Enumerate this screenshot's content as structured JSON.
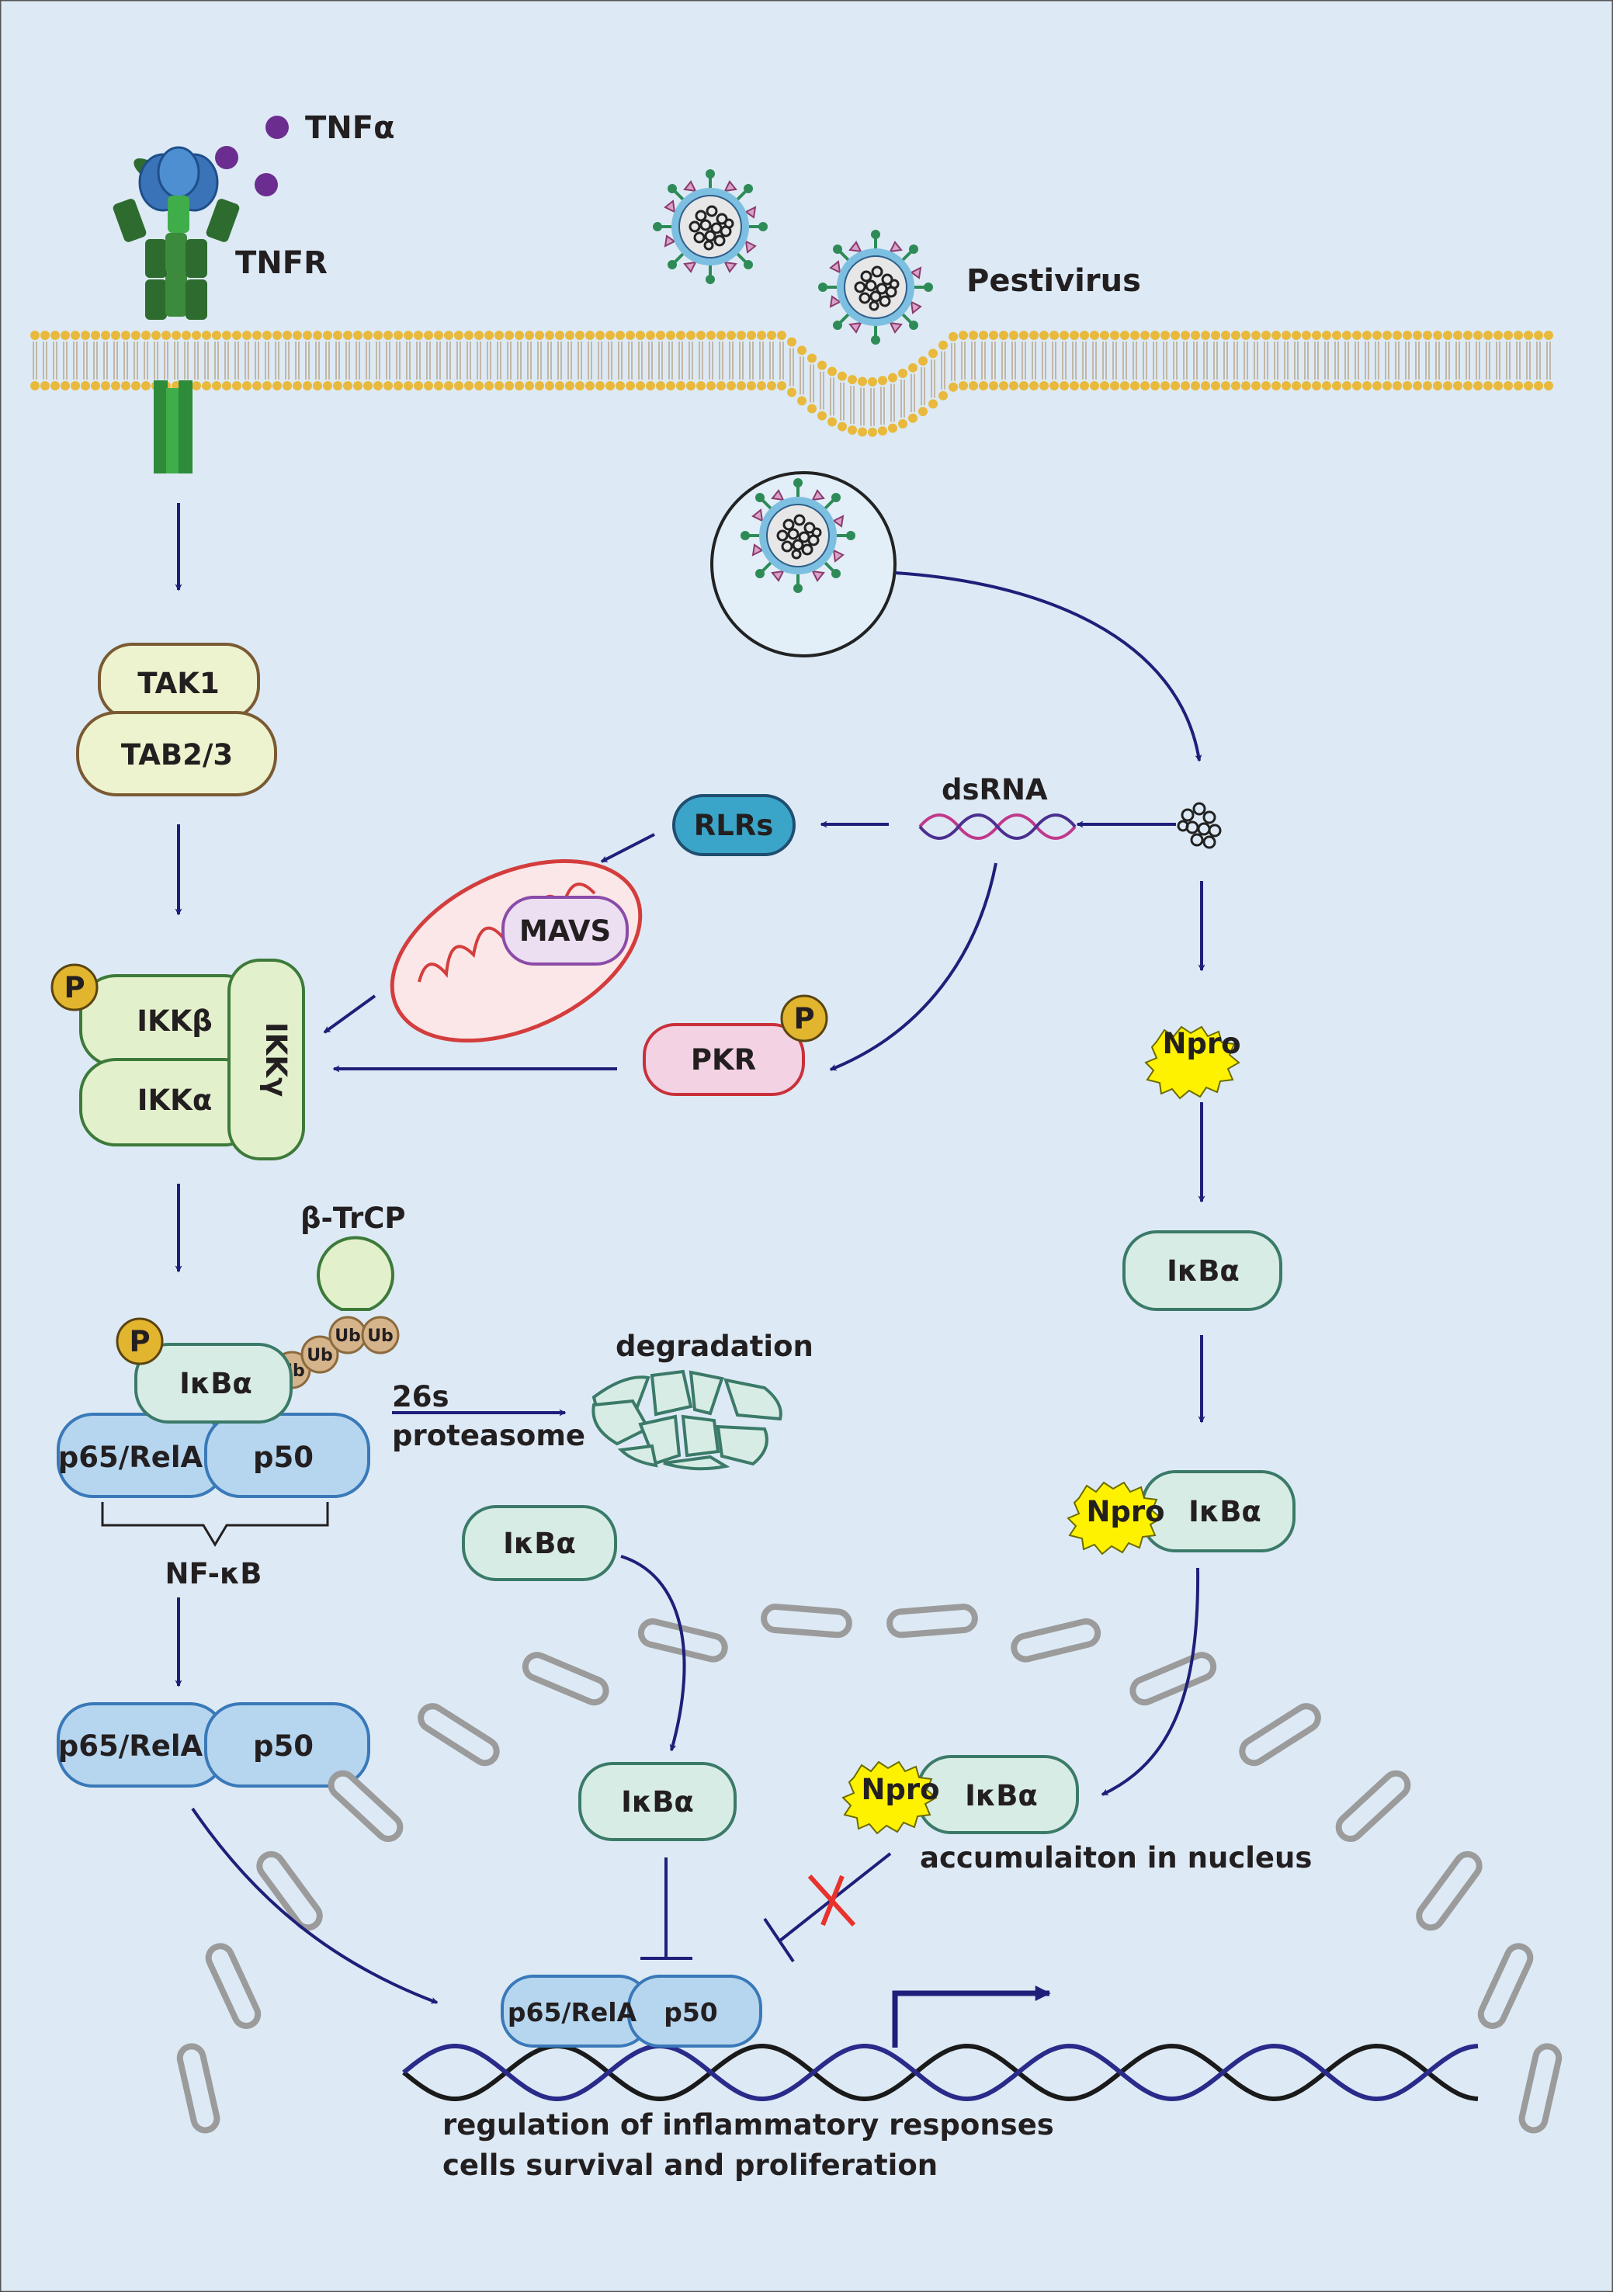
{
  "labels": {
    "tnfa": "TNFα",
    "tnfr": "TNFR",
    "pestivirus": "Pestivirus",
    "tak1": "TAK1",
    "tab23": "TAB2/3",
    "ikkb": "IKKβ",
    "ikka": "IKKα",
    "ikkg": "IKKγ",
    "p": "P",
    "rlrs": "RLRs",
    "mavs": "MAVS",
    "dsrna": "dsRNA",
    "pkr": "PKR",
    "npro": "Npro",
    "ikba": "IκBα",
    "btrcp": "β-TrCP",
    "ub": "Ub",
    "proteasome_line1": "26s",
    "proteasome_line2": "proteasome",
    "degradation": "degradation",
    "p65": "p65/RelA",
    "p50": "p50",
    "nfkb": "NF-κB",
    "accumulation": "accumulaiton in nucleus",
    "regulation_line1": "regulation of inflammatory responses",
    "regulation_line2": "cells survival and  proliferation"
  },
  "colors": {
    "background": "#ddeaf5",
    "arrow": "#1f1f7a",
    "membrane": "#e8b93c",
    "complex_fill": "#eef3cf",
    "ikk_fill": "#e3f0cc",
    "ikk_stroke": "#3d7a3a",
    "ikba_fill": "#d8ece6",
    "ikba_stroke": "#3b7a68",
    "nfkb_fill": "#b6d5ef",
    "nfkb_stroke": "#3a79b8",
    "rlrs_fill": "#3aa5c8",
    "mavs_fill": "#eddff2",
    "mavs_stroke": "#8b4ba8",
    "mito_stroke": "#d43d3d",
    "pkr_fill": "#f2d2e3",
    "pkr_stroke": "#c9303a",
    "phospho_fill": "#e2b52f",
    "npro_fill": "#fff200",
    "ub_fill": "#d6b48b",
    "pore_fill": "#ddeaf5",
    "pore_stroke": "#9b9b9b",
    "inhibit_cross": "#e8322c"
  }
}
